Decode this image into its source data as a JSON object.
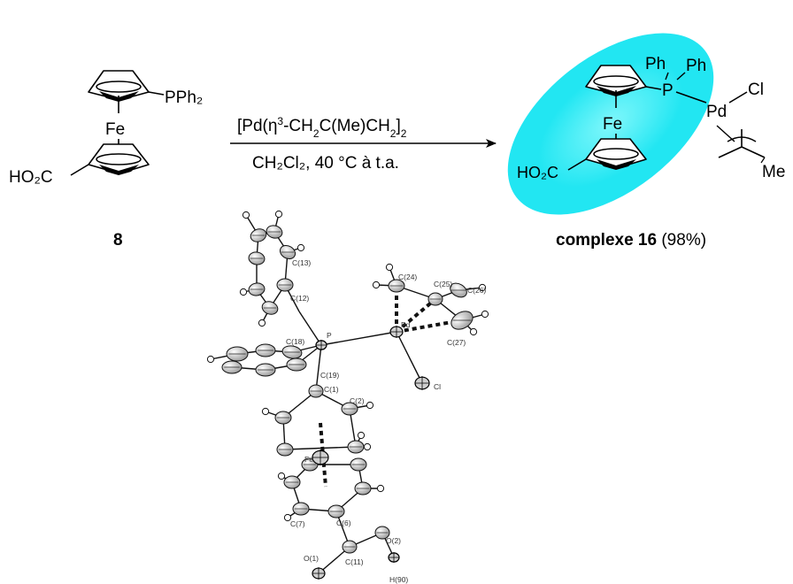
{
  "reactant": {
    "substituent_top": "PPh₂",
    "metal": "Fe",
    "substituent_bottom": "HO₂C",
    "number": "8"
  },
  "reaction": {
    "reagent_prefix": "[Pd(η",
    "reagent_sup": "3",
    "reagent_mid": "-CH",
    "reagent_sub1": "2",
    "reagent_mid2": "C(Me)CH",
    "reagent_sub2": "2",
    "reagent_close": "]",
    "reagent_sub3": "2",
    "conditions": "CH₂Cl₂, 40 °C à t.a."
  },
  "product": {
    "ph1": "Ph",
    "ph2": "Ph",
    "phosphorus": "P",
    "palladium": "Pd",
    "chloride": "Cl",
    "methyl": "Me",
    "metal": "Fe",
    "acid": "HO₂C",
    "name": "complexe 16",
    "yield": "(98%)",
    "highlight_color": "#22e6f2"
  },
  "crystal_structure": {
    "labels": {
      "c13": "C(13)",
      "c12": "C(12)",
      "c18": "C(18)",
      "p": "P",
      "c19": "C(19)",
      "c1": "C(1)",
      "c2": "C(2)",
      "fe": "Fe",
      "c7": "C(7)",
      "c6": "C(6)",
      "o1": "O(1)",
      "c11": "C(11)",
      "o2": "O(2)",
      "h90": "H(90)",
      "c24": "C(24)",
      "c25": "C(25)",
      "c26": "C(26)",
      "pd": "Pd",
      "c27": "C(27)",
      "cl": "Cl"
    }
  }
}
